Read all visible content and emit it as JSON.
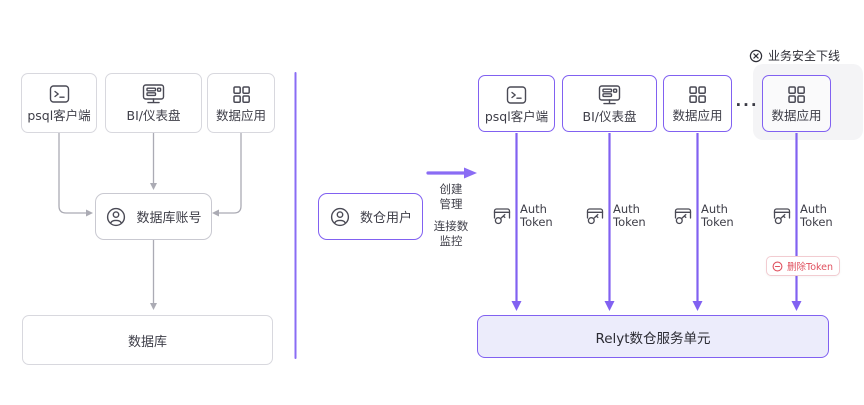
{
  "colors": {
    "accent": "#8161F1",
    "line_purple": "#8A6CF4",
    "arrow_gray": "#ABABB4",
    "text_dark": "#3E3E48",
    "danger": "#E0515F",
    "service_fill": "#ECECFB",
    "highlight_bg": "#F4F4F6"
  },
  "left_panel": {
    "clients": [
      {
        "label": "psql客户端",
        "icon": "terminal-icon"
      },
      {
        "label": "BI/仪表盘",
        "icon": "dashboard-icon"
      },
      {
        "label": "数据应用",
        "icon": "grid-icon"
      }
    ],
    "account": {
      "label": "数据库账号",
      "icon": "user-icon"
    },
    "database": {
      "label": "数据库"
    }
  },
  "right_panel": {
    "user": {
      "label": "数仓用户",
      "icon": "user-icon"
    },
    "arrow_labels": {
      "create": "创建",
      "manage": "管理",
      "connections": "连接数",
      "monitor": "监控"
    },
    "clients": [
      {
        "label": "psql客户端",
        "icon": "terminal-icon"
      },
      {
        "label": "BI/仪表盘",
        "icon": "dashboard-icon"
      },
      {
        "label": "数据应用",
        "icon": "grid-icon"
      },
      {
        "label": "数据应用",
        "icon": "grid-icon"
      }
    ],
    "ellipsis": "···",
    "offline_banner": {
      "label": "业务安全下线",
      "icon": "close-circle-icon"
    },
    "auth_token": {
      "line1": "Auth",
      "line2": "Token"
    },
    "delete_token": {
      "label": "删除Token",
      "icon": "minus-circle-icon"
    },
    "service_unit": {
      "label": "Relyt数仓服务单元"
    }
  }
}
